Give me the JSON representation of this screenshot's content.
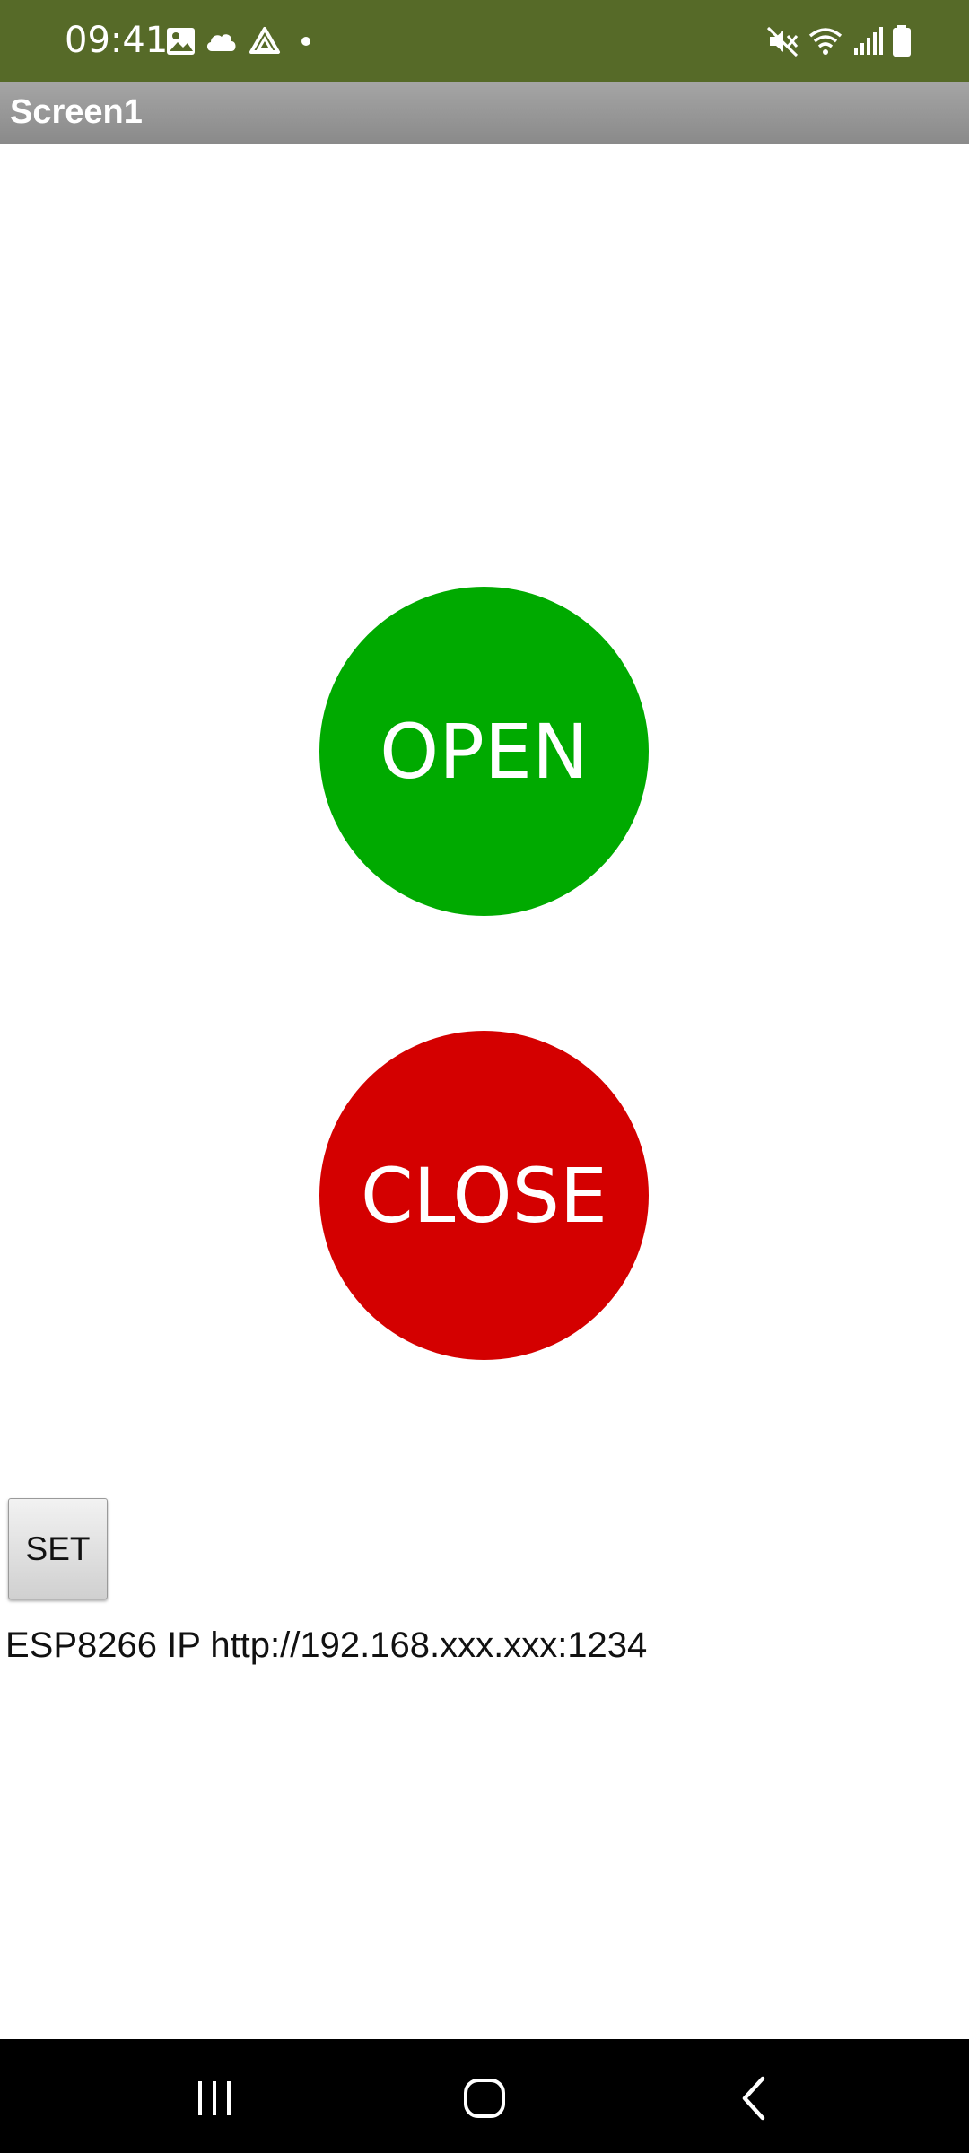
{
  "status_bar": {
    "time": "09:41",
    "left_icons": [
      "gallery-icon",
      "cloud-icon",
      "drive-icon",
      "dot-icon"
    ],
    "right_icons": [
      "mute-icon",
      "wifi-icon",
      "signal-icon",
      "battery-icon"
    ],
    "background": "#566a28"
  },
  "app_bar": {
    "title": "Screen1"
  },
  "main": {
    "open_button": {
      "label": "OPEN",
      "color": "#00aa00"
    },
    "close_button": {
      "label": "CLOSE",
      "color": "#d40000"
    },
    "set_button": {
      "label": "SET"
    },
    "ip_label": "ESP8266 IP http://192.168.xxx.xxx:1234"
  },
  "nav_bar": {
    "icons": [
      "recents-icon",
      "home-icon",
      "back-icon"
    ]
  }
}
